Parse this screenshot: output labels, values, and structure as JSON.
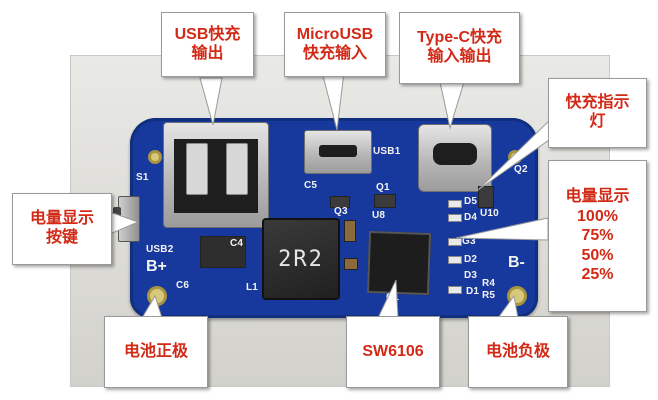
{
  "board": {
    "inductor_marking": "2R2",
    "pin_plus": "B+",
    "pin_minus": "B-",
    "silk": {
      "usb1": "USB1",
      "usb2": "USB2",
      "s1": "S1",
      "c5": "C5",
      "q1": "Q1",
      "q2": "Q2",
      "q3": "Q3",
      "u10": "U10",
      "u8": "U8",
      "c4": "C4",
      "l1": "L1",
      "r4": "R4",
      "r5": "R5",
      "d1": "D1",
      "d2": "D2",
      "d3": "D3",
      "d4": "D4",
      "d5": "D5",
      "g3": "G3",
      "c6": "C6",
      "c1": "C1"
    }
  },
  "callouts": {
    "usb_fast": {
      "line1": "USB快充",
      "line2": "输出"
    },
    "micro_usb": {
      "line1": "MicroUSB",
      "line2": "快充输入"
    },
    "type_c": {
      "line1": "Type-C快充",
      "line2": "输入输出"
    },
    "fast_led": {
      "line1": "快充指示",
      "line2": "灯"
    },
    "battery_display": {
      "line1": "电量显示",
      "line2": "100%",
      "line3": "75%",
      "line4": "50%",
      "line5": "25%"
    },
    "display_button": {
      "line1": "电量显示",
      "line2": "按键"
    },
    "battery_plus": {
      "text": "电池正极"
    },
    "chip": {
      "text": "SW6106"
    },
    "battery_minus": {
      "text": "电池负极"
    }
  },
  "colors": {
    "callout_text": "#d22a16",
    "pcb": "#17389c"
  }
}
